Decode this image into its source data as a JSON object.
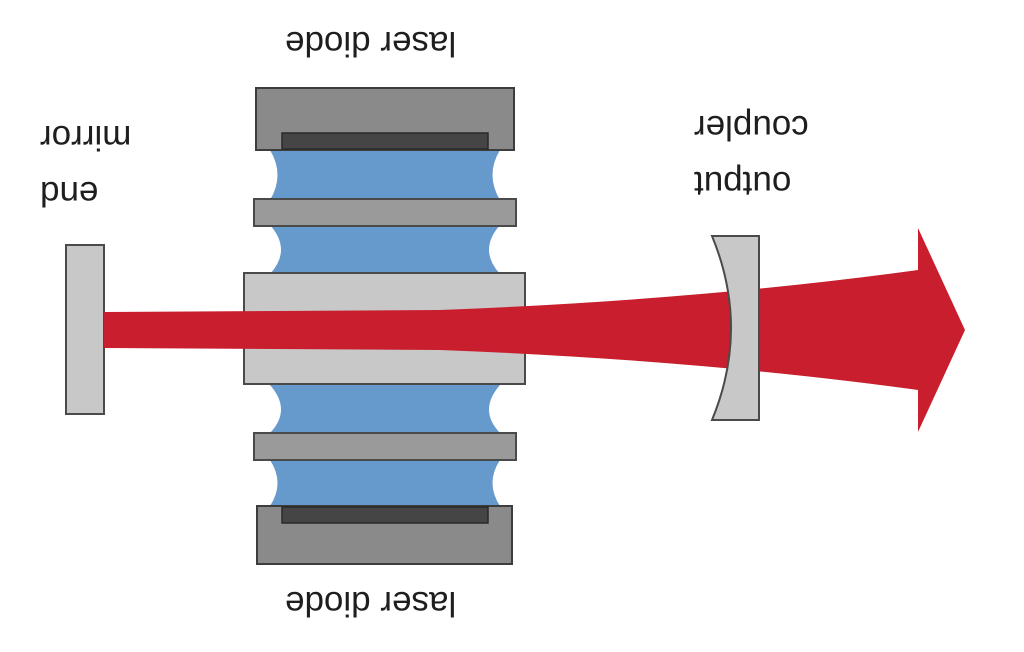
{
  "labels": {
    "top_diode": "laser diode",
    "bottom_diode": "laser diode",
    "output": "output",
    "coupler": "coupler",
    "end": "end",
    "mirror": "mirror"
  },
  "colors": {
    "beam": "#c81e2d",
    "pump_light": "#6699cc",
    "diode_housing": "#8a8a8a",
    "diode_chip": "#454545",
    "optic_light_gray": "#c8c8c8",
    "spacer_gray": "#9a9a9a",
    "outline": "#4a4a4a",
    "text": "#1e1e1e"
  }
}
